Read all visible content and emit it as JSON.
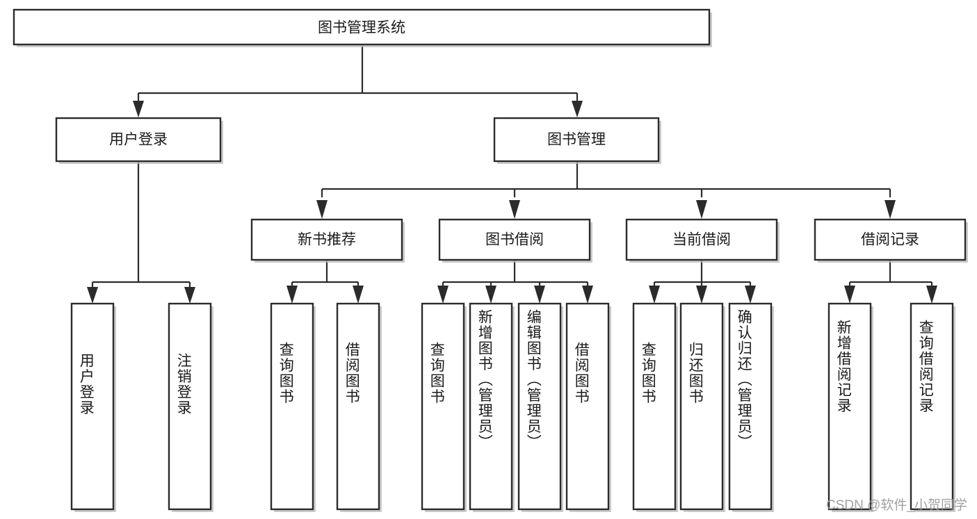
{
  "diagram": {
    "type": "tree",
    "title": "图书管理系统",
    "watermark": "CSDN @软件_小贺同学",
    "levels": {
      "root": {
        "label": "图书管理系统"
      },
      "level2": [
        {
          "id": "user-login",
          "label": "用户登录"
        },
        {
          "id": "book-manage",
          "label": "图书管理"
        }
      ],
      "level3": [
        {
          "id": "new-book-rec",
          "label": "新书推荐",
          "parent": "book-manage"
        },
        {
          "id": "book-borrow",
          "label": "图书借阅",
          "parent": "book-manage"
        },
        {
          "id": "current-borrow",
          "label": "当前借阅",
          "parent": "book-manage"
        },
        {
          "id": "borrow-record",
          "label": "借阅记录",
          "parent": "book-manage"
        }
      ],
      "leaves": [
        {
          "id": "leaf-user-login",
          "label": "用户登录",
          "parent": "user-login"
        },
        {
          "id": "leaf-logout",
          "label": "注销登录",
          "parent": "user-login"
        },
        {
          "id": "leaf-query-book-1",
          "label": "查询图书",
          "parent": "new-book-rec"
        },
        {
          "id": "leaf-borrow-book-1",
          "label": "借阅图书",
          "parent": "new-book-rec"
        },
        {
          "id": "leaf-query-book-2",
          "label": "查询图书",
          "parent": "book-borrow"
        },
        {
          "id": "leaf-add-book",
          "label": "新增图书（管理员）",
          "parent": "book-borrow"
        },
        {
          "id": "leaf-edit-book",
          "label": "编辑图书（管理员）",
          "parent": "book-borrow"
        },
        {
          "id": "leaf-borrow-book-2",
          "label": "借阅图书",
          "parent": "book-borrow"
        },
        {
          "id": "leaf-query-book-3",
          "label": "查询图书",
          "parent": "current-borrow"
        },
        {
          "id": "leaf-return-book",
          "label": "归还图书",
          "parent": "current-borrow"
        },
        {
          "id": "leaf-confirm-return",
          "label": "确认归还（管理员）",
          "parent": "current-borrow"
        },
        {
          "id": "leaf-add-record",
          "label": "新增借阅记录",
          "parent": "borrow-record"
        },
        {
          "id": "leaf-query-record",
          "label": "查询借阅记录",
          "parent": "borrow-record"
        }
      ]
    },
    "colors": {
      "box_stroke": "#2b2b2b",
      "box_fill": "#ffffff",
      "edge": "#2b2b2b",
      "shadow": "#b9b9b9",
      "text": "#1a1a1a",
      "watermark": "#9a9a9a",
      "background": "#ffffff"
    }
  }
}
